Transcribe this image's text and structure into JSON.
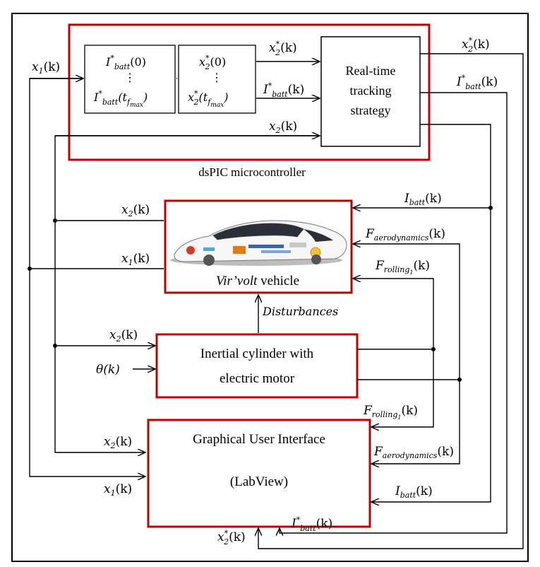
{
  "blocks": {
    "controller_label": "dsPIC microcontroller",
    "tracking_line1": "Real-time",
    "tracking_line2": "tracking",
    "tracking_line3": "strategy",
    "vehicle_name_italic": "Vir’volt",
    "vehicle_name_rest": " vehicle",
    "cylinder_line1": "Inertial cylinder with",
    "cylinder_line2": "electric motor",
    "gui_line1": "Graphical User Interface",
    "gui_line2": "(LabView)"
  },
  "memory": {
    "ibatt_first": "(0)",
    "ibatt_last": "(t",
    "ibatt_last_sub": "f",
    "ibatt_last_subsub": "max",
    "x2_first": "(0)",
    "x2_last": "(t",
    "dots": "⋮"
  },
  "symbols": {
    "I": "I",
    "x": "x",
    "F": "F",
    "star": "*",
    "batt": "batt",
    "aero": "aerodynamics",
    "rolling": "rolling",
    "one": "1",
    "two": "2",
    "k": "(k)",
    "theta": "θ(k)",
    "close": ")"
  },
  "signals": {
    "disturbances": "Disturbances"
  },
  "colors": {
    "block_border_red": "#c00000",
    "line": "#000000"
  }
}
